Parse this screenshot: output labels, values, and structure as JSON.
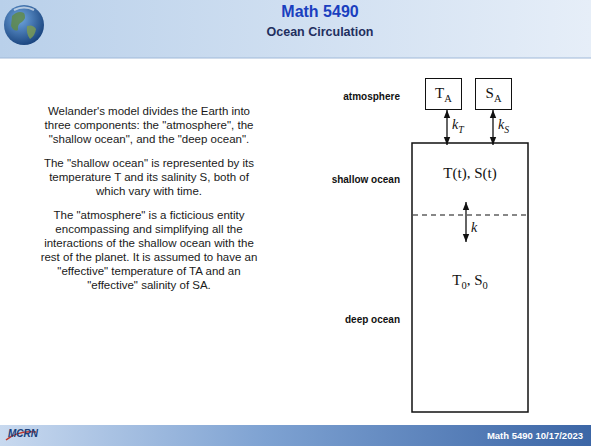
{
  "diagram": {
    "title": "Math 5490",
    "nodes": [
      {
        "text": [
          "TA"
        ]
      },
      {
        "text": [
          "SA"
        ]
      },
      {
        "text": [
          "T(t), S(t)"
        ]
      },
      {
        "text": [
          "T0, S0"
        ]
      }
    ],
    "edges": [
      {
        "from": 0,
        "to": 2,
        "arrow": "both",
        "label": "kT"
      },
      {
        "from": 1,
        "to": 2,
        "arrow": "both",
        "label": "kS"
      },
      {
        "from": 2,
        "to": 3,
        "arrow": "both",
        "label": "k"
      }
    ],
    "labels": [
      "Ocean Circulation",
      "Welander's model divides the Earth into three components: the \"atmosphere\", the \"shallow ocean\", and the \"deep ocean\".",
      "The \"shallow ocean\" is represented by its temperature T and its salinity S, both of which vary with time.",
      "The \"atmosphere\" is a ficticious entity encompassing and simplifying all the interactions of the shallow ocean with the rest of the planet. It is assumed to have an \"effective\" temperature of TA and an \"effective\" salinity of SA.",
      "atmosphere",
      "shallow ocean",
      "deep ocean",
      "MCRN",
      "Math 5490 10/17/2023"
    ]
  }
}
